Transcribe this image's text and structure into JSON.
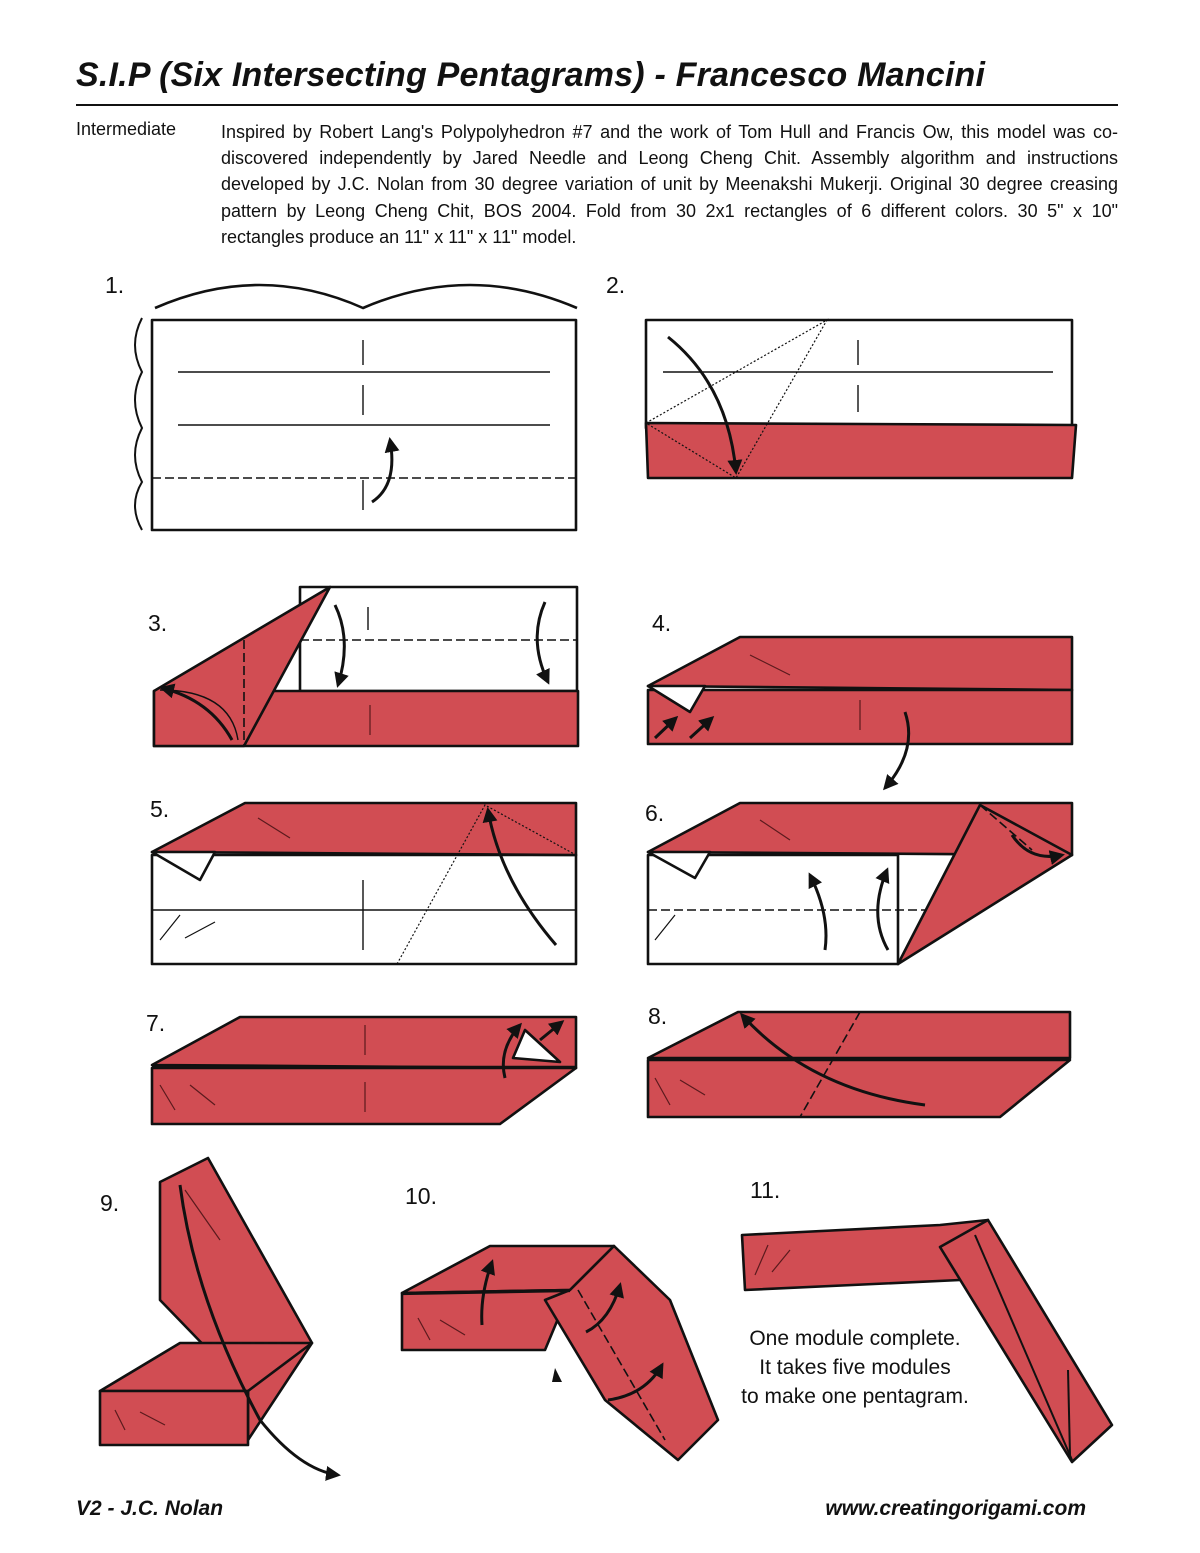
{
  "header": {
    "title": "S.I.P (Six Intersecting Pentagrams) - Francesco Mancini",
    "level": "Intermediate",
    "intro": "Inspired by Robert Lang's Polypolyhedron #7 and the work of Tom Hull and Francis Ow, this model was co-discovered independently by Jared Needle and Leong Cheng Chit. Assembly algorithm and instructions developed by J.C. Nolan from 30 degree variation of unit by Meenakshi Mukerji. Original 30 degree creasing pattern by Leong Cheng Chit, BOS 2004. Fold from 30 2x1 rectangles of 6 different colors. 30 5\" x 10\" rectangles produce an 11\" x 11\" x 11\" model."
  },
  "steps": [
    "1.",
    "2.",
    "3.",
    "4.",
    "5.",
    "6.",
    "7.",
    "8.",
    "9.",
    "10.",
    "11."
  ],
  "caption": {
    "line1": "One module complete.",
    "line2": "It takes five modules",
    "line3": "to make one pentagram."
  },
  "footer": {
    "left": "V2 - J.C. Nolan",
    "right": "www.creatingorigami.com"
  },
  "colors": {
    "paper_color": "#d14d53",
    "paper_back": "#ffffff",
    "ink": "#111111"
  }
}
